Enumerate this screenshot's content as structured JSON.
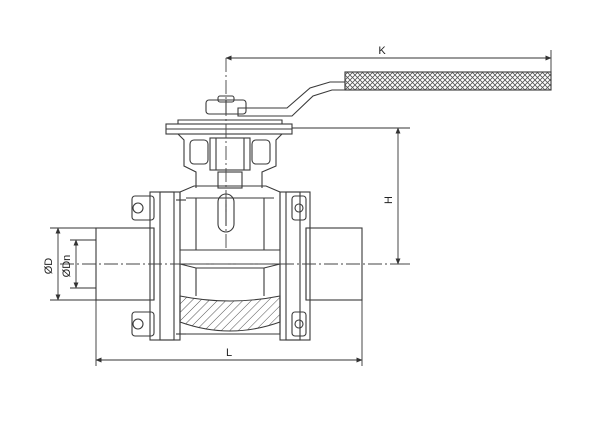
{
  "dimensions": {
    "K": "K",
    "H": "H",
    "D": "ØD",
    "Dn": "ØDn",
    "L": "L"
  },
  "colors": {
    "line": "#3a3a3a",
    "hatch": "#555555",
    "center_line": "#444444"
  }
}
